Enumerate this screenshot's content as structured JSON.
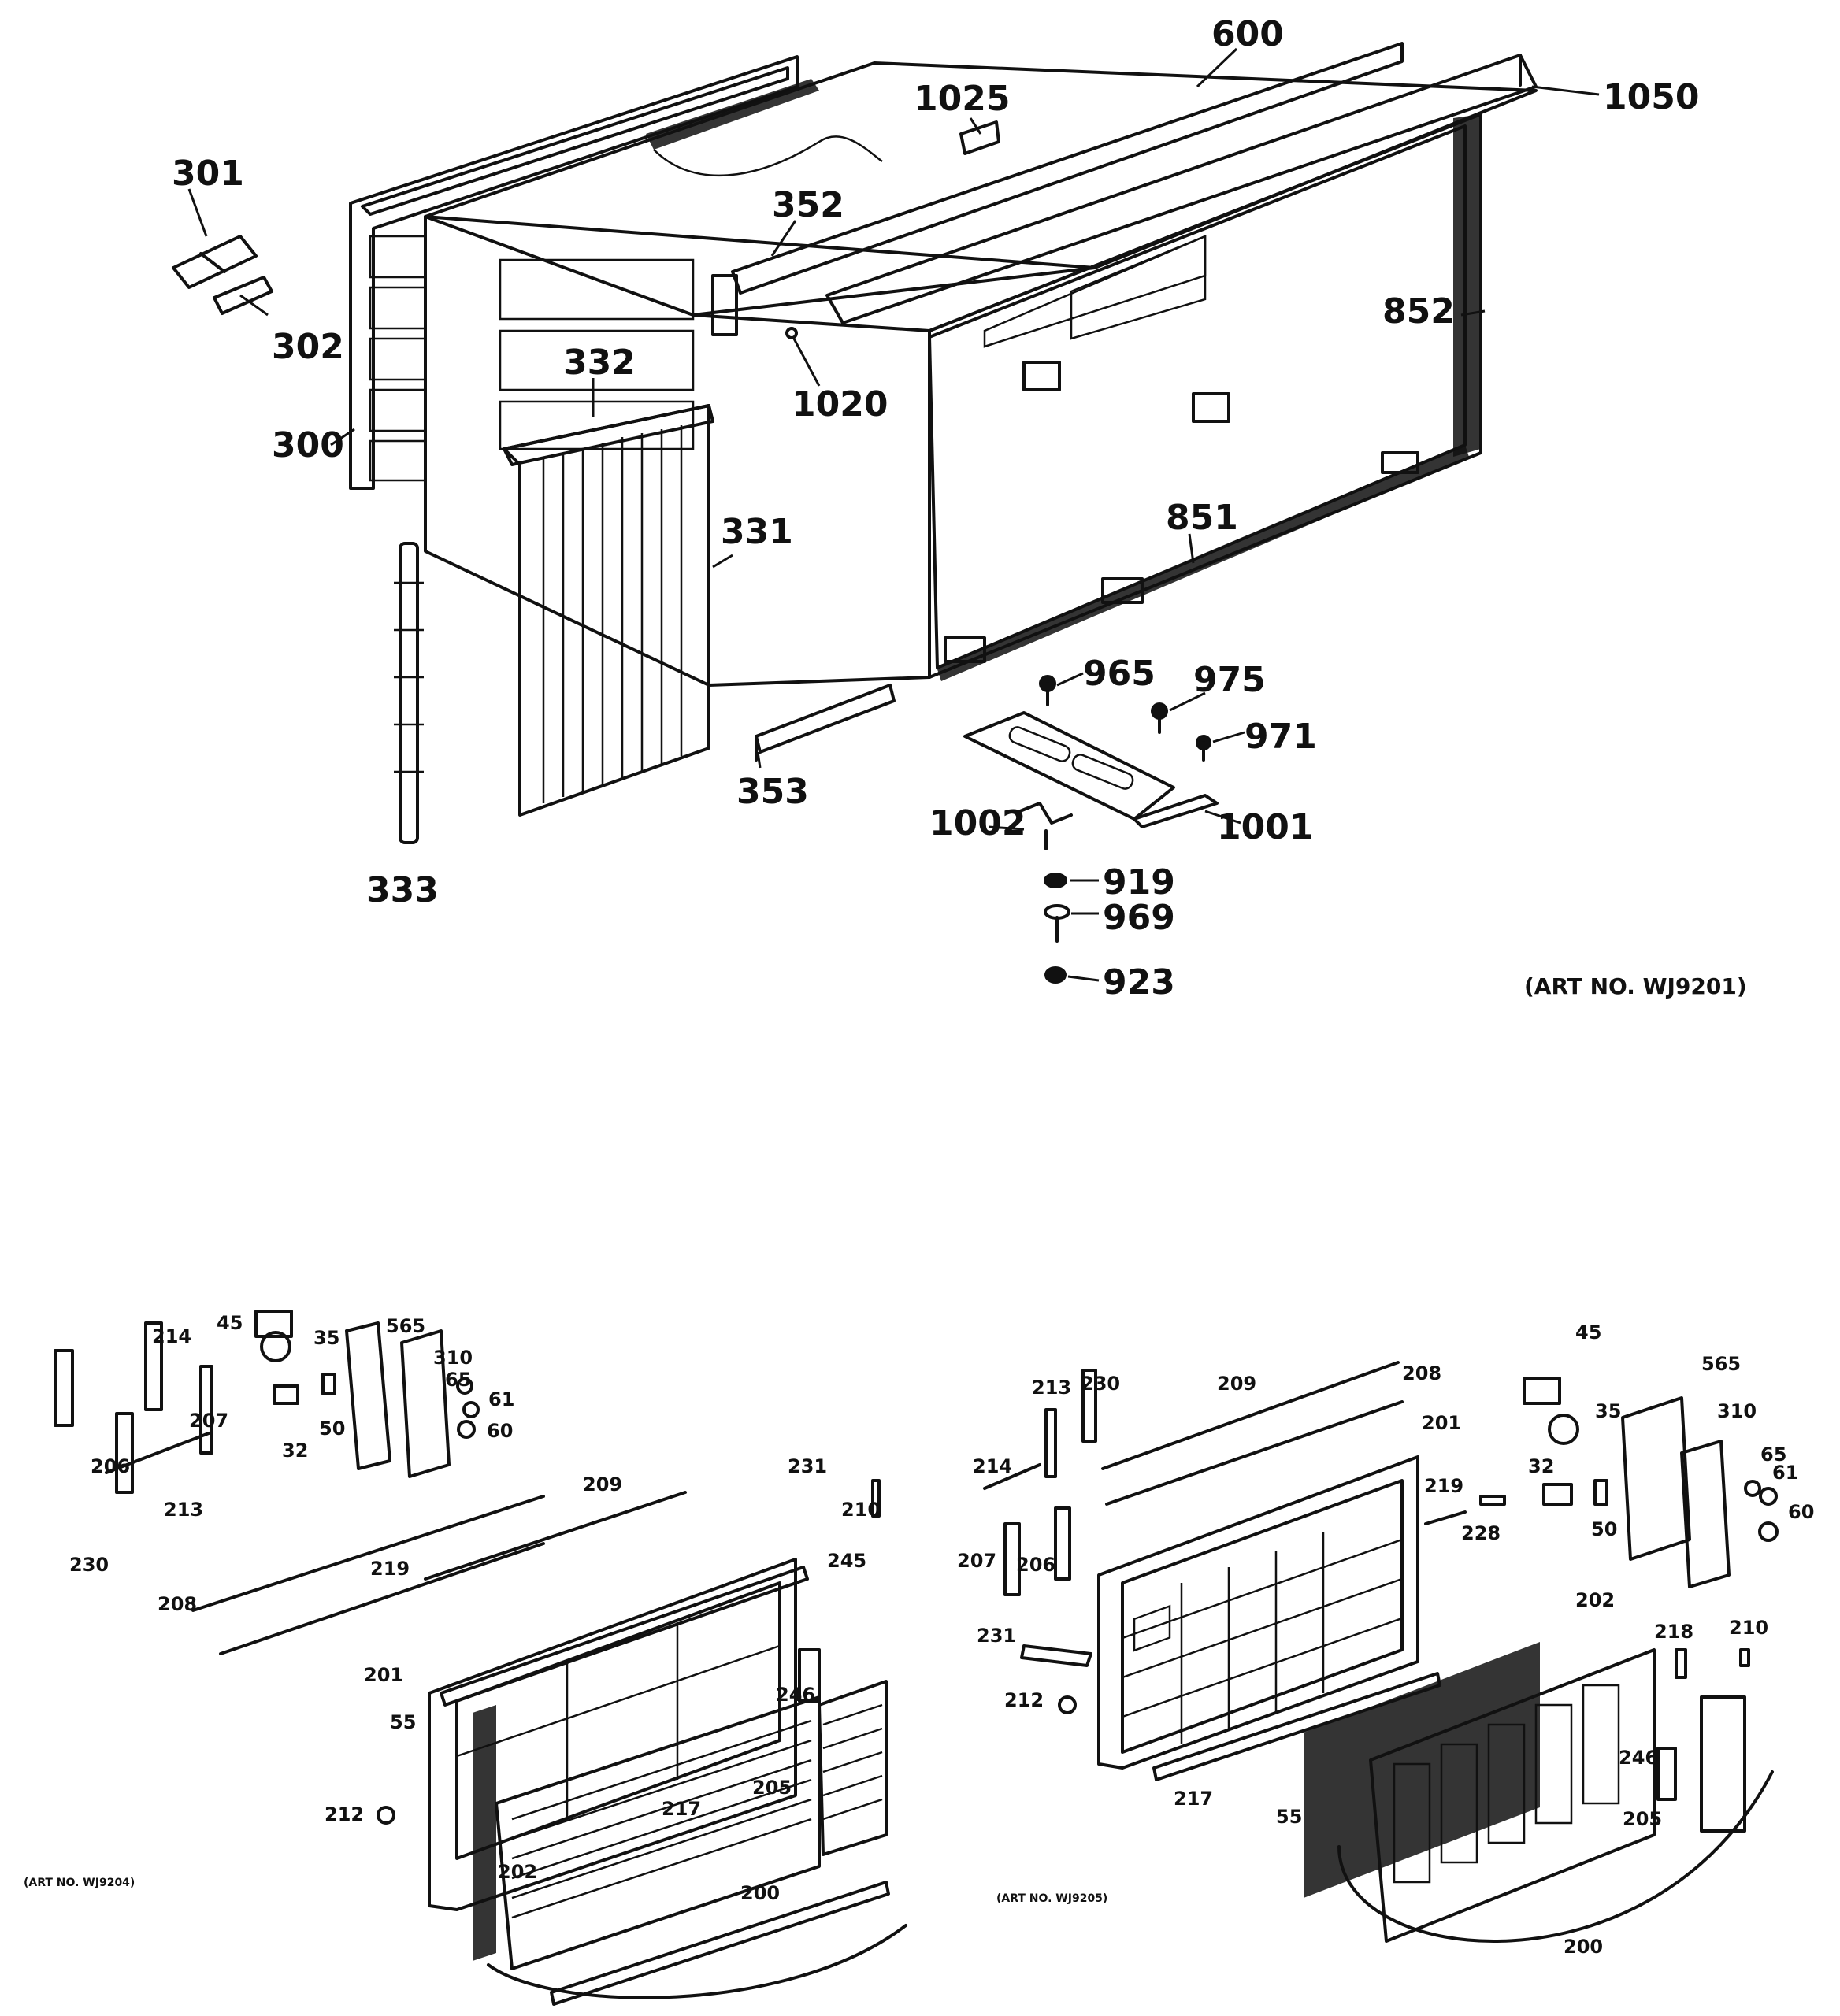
{
  "diagram_top": {
    "art_no": "(ART NO. WJ9201)",
    "labels": {
      "l600": "600",
      "l1050": "1050",
      "l1025": "1025",
      "l301": "301",
      "l302": "302",
      "l352": "352",
      "l852": "852",
      "l332": "332",
      "l1020": "1020",
      "l300": "300",
      "l331": "331",
      "l851": "851",
      "l965": "965",
      "l975": "975",
      "l971": "971",
      "l353": "353",
      "l1002": "1002",
      "l1001": "1001",
      "l919": "919",
      "l969": "969",
      "l923": "923",
      "l333": "333"
    }
  },
  "diagram_left": {
    "art_no": "(ART NO. WJ9204)",
    "labels": {
      "l45": "45",
      "l35": "35",
      "l565": "565",
      "l214": "214",
      "l310": "310",
      "l65": "65",
      "l61": "61",
      "l207": "207",
      "l50": "50",
      "l60": "60",
      "l32": "32",
      "l206": "206",
      "l231": "231",
      "l213": "213",
      "l209": "209",
      "l210": "210",
      "l230": "230",
      "l208": "208",
      "l219": "219",
      "l245": "245",
      "l246": "246",
      "l201": "201",
      "l55": "55",
      "l212": "212",
      "l205": "205",
      "l217": "217",
      "l202": "202",
      "l200": "200"
    }
  },
  "diagram_right": {
    "art_no": "(ART NO. WJ9205)",
    "labels": {
      "l45": "45",
      "l565": "565",
      "l213": "213",
      "l230": "230",
      "l209": "209",
      "l208": "208",
      "l35": "35",
      "l310": "310",
      "l201": "201",
      "l65": "65",
      "l61": "61",
      "l214": "214",
      "l32": "32",
      "l219": "219",
      "l60": "60",
      "l50": "50",
      "l228": "228",
      "l207": "207",
      "l206": "206",
      "l202": "202",
      "l231": "231",
      "l218": "218",
      "l210": "210",
      "l212": "212",
      "l246": "246",
      "l217": "217",
      "l55": "55",
      "l205": "205",
      "l200": "200"
    }
  }
}
